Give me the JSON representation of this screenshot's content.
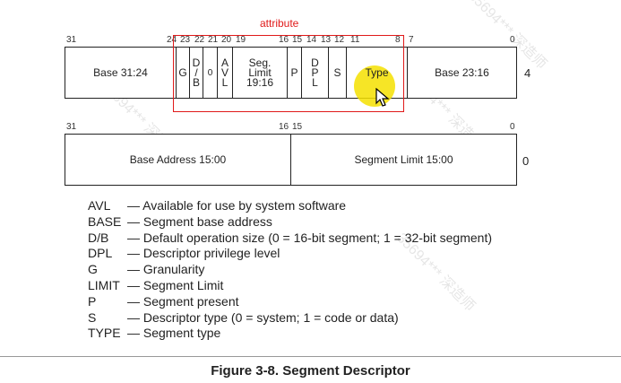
{
  "annotation": {
    "label": "attribute"
  },
  "upper_row": {
    "bit_labels": [
      "31",
      "24",
      "23",
      "22",
      "21",
      "20",
      "19",
      "16",
      "15",
      "14",
      "13",
      "12",
      "11",
      "8",
      "7",
      "0"
    ],
    "fields": {
      "base_high": "Base 31:24",
      "g": "G",
      "db": [
        "D",
        "/",
        "B"
      ],
      "zero": "0",
      "avl": [
        "A",
        "V",
        "L"
      ],
      "seg_limit": [
        "Seg.",
        "Limit",
        "19:16"
      ],
      "p": "P",
      "dpl": [
        "D",
        "P",
        "L"
      ],
      "s": "S",
      "type": "Type",
      "base_mid": "Base 23:16"
    },
    "offset": "4"
  },
  "lower_row": {
    "bit_labels": [
      "31",
      "16",
      "15",
      "0"
    ],
    "fields": {
      "base_low": "Base Address 15:00",
      "limit_low": "Segment Limit 15:00"
    },
    "offset": "0"
  },
  "legend": [
    {
      "key": "AVL",
      "desc": "— Available for use by system software"
    },
    {
      "key": "BASE",
      "desc": "— Segment base address"
    },
    {
      "key": "D/B",
      "desc": "— Default operation size (0 = 16-bit segment; 1 = 32-bit segment)"
    },
    {
      "key": "DPL",
      "desc": "— Descriptor privilege level"
    },
    {
      "key": "G",
      "desc": "— Granularity"
    },
    {
      "key": "LIMIT",
      "desc": "— Segment Limit"
    },
    {
      "key": "P",
      "desc": "— Segment present"
    },
    {
      "key": "S",
      "desc": "— Descriptor type (0 = system; 1 = code or data)"
    },
    {
      "key": "TYPE",
      "desc": "— Segment type"
    }
  ],
  "caption": "Figure 3-8.  Segment Descriptor",
  "watermark": "35694*** 深造师",
  "colors": {
    "annotation": "#e01a1a",
    "cursor_highlight": "#f5e100",
    "line": "#222222"
  }
}
